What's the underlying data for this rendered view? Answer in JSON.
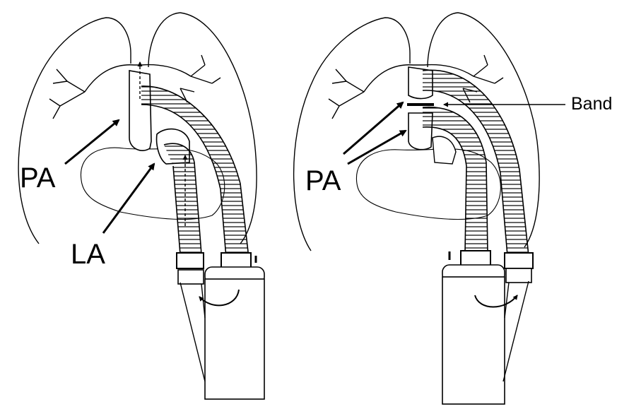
{
  "figure": {
    "left_panel": {
      "labels": {
        "pa": "PA",
        "la": "LA"
      }
    },
    "right_panel": {
      "labels": {
        "pa": "PA",
        "band": "Band"
      }
    }
  },
  "colors": {
    "line": "#000000",
    "background": "#ffffff"
  }
}
